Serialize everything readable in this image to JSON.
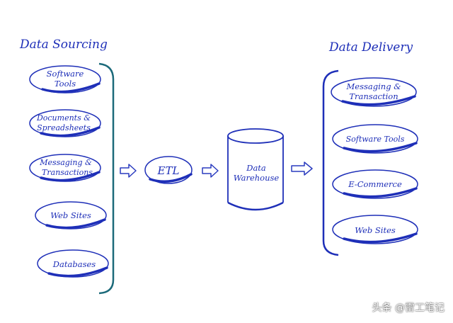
{
  "headings": {
    "sourcing": "Data Sourcing",
    "delivery": "Data Delivery"
  },
  "sources": [
    [
      "Software",
      "Tools"
    ],
    [
      "Documents &",
      "Spreadsheets"
    ],
    [
      "Messaging &",
      "Transactions"
    ],
    [
      "Web Sites"
    ],
    [
      "Databases"
    ]
  ],
  "etl": "ETL",
  "warehouse": [
    "Data",
    "Warehouse"
  ],
  "deliveries": [
    [
      "Messaging &",
      "Transaction"
    ],
    [
      "Software Tools"
    ],
    [
      "E-Commerce"
    ],
    [
      "Web Sites"
    ]
  ],
  "watermark": "头条 @雷工笔记",
  "colors": {
    "ink": "#1e2fb8",
    "bracket": "#1c6a7a",
    "arrow": "#2a3bbf"
  }
}
